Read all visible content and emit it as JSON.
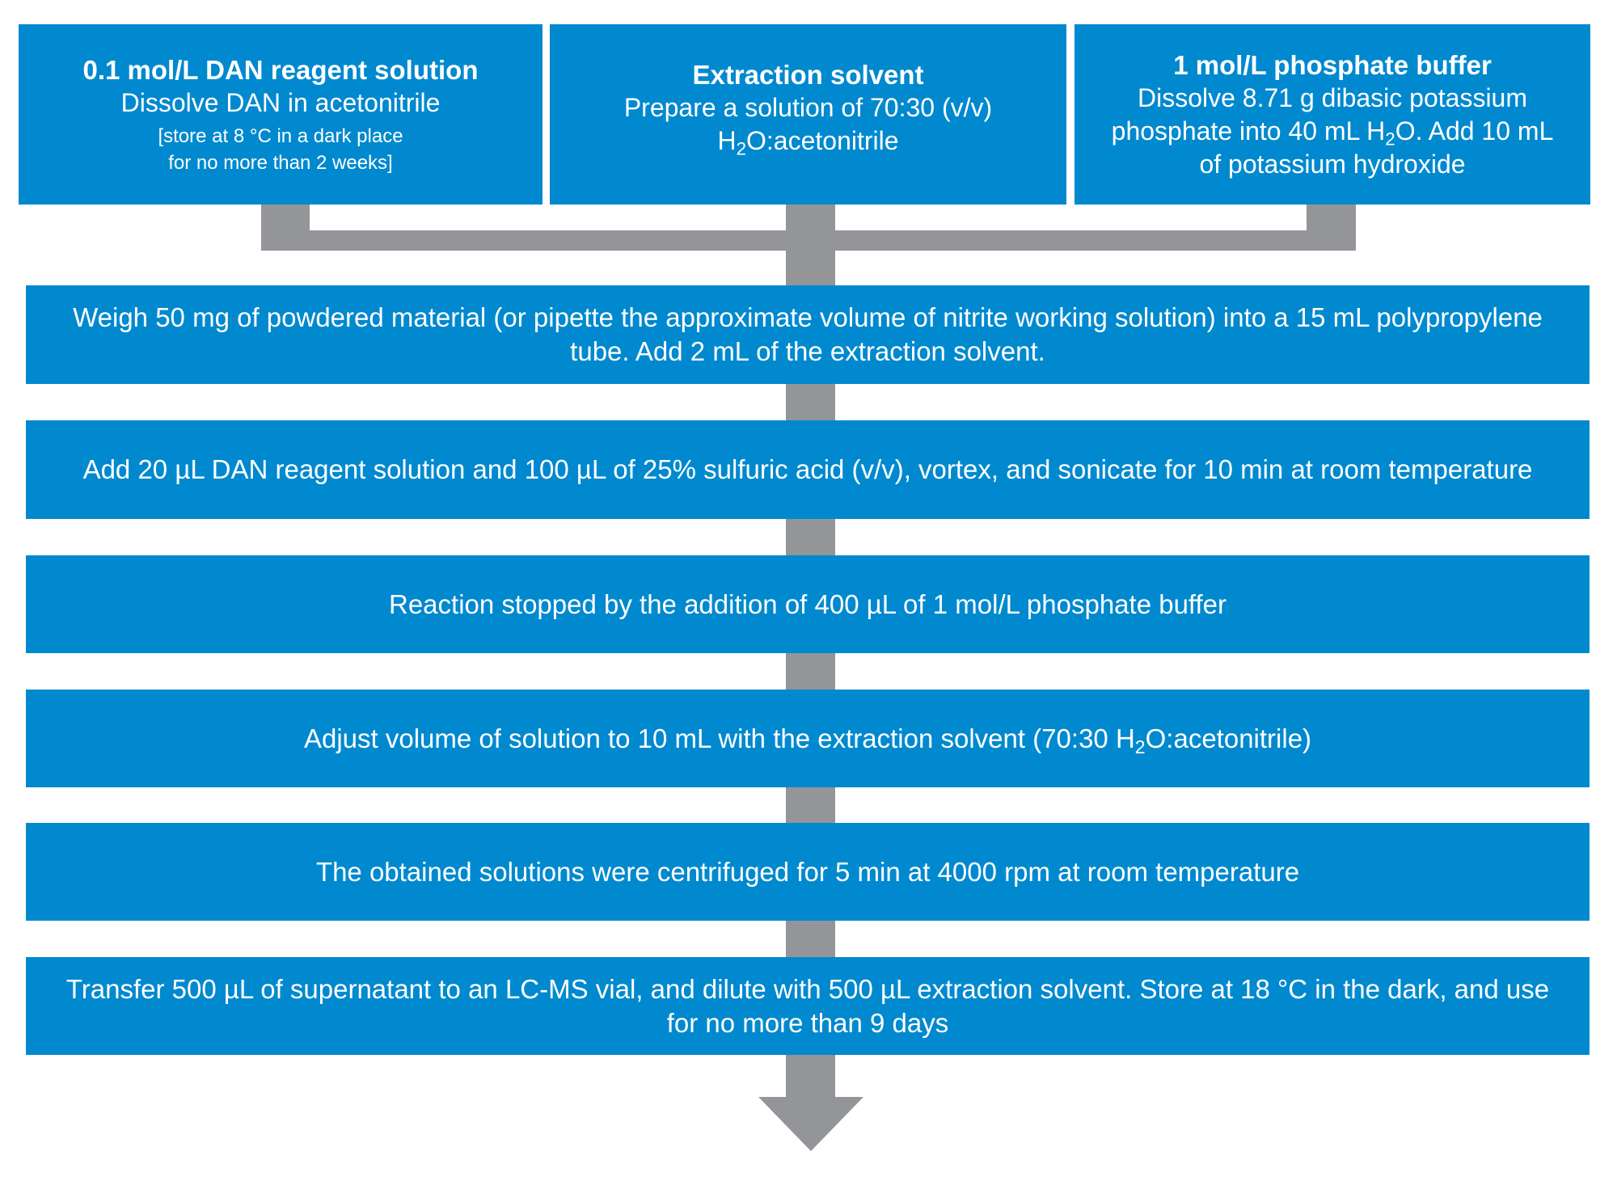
{
  "colors": {
    "box": "#0089cf",
    "connector": "#939598",
    "text": "#ffffff"
  },
  "reagents": [
    {
      "title": "0.1 mol/L DAN reagent solution",
      "lines": [
        "Dissolve DAN in acetonitrile"
      ],
      "note_lines": [
        "[store at 8 °C in a dark place",
        "for no more than 2 weeks]"
      ]
    },
    {
      "title": "Extraction solvent",
      "line1": "Prepare a solution of 70:30 (v/v)",
      "line2_pre": "H",
      "line2_sub": "2",
      "line2_post": "O:acetonitrile"
    },
    {
      "title": "1 mol/L phosphate buffer",
      "line1": "Dissolve 8.71 g dibasic potassium",
      "line2_pre": "phosphate into 40 mL H",
      "line2_sub": "2",
      "line2_post": "O. Add 10 mL",
      "line3": "of potassium hydroxide"
    }
  ],
  "steps": [
    {
      "line1": "Weigh 50 mg of powdered material (or pipette the approximate volume of nitrite working solution) into a 15 mL polypropylene",
      "line2": "tube. Add 2 mL of the extraction solvent."
    },
    {
      "text": "Add 20 µL DAN reagent solution and 100 µL of 25% sulfuric acid (v/v), vortex, and sonicate for 10 min at room temperature"
    },
    {
      "text": "Reaction stopped by the addition of 400 µL of 1 mol/L phosphate buffer"
    },
    {
      "pre": "Adjust volume of solution to 10 mL with the extraction solvent (70:30 H",
      "sub": "2",
      "post": "O:acetonitrile)"
    },
    {
      "text": "The obtained solutions were centrifuged for 5 min at 4000 rpm at room temperature"
    },
    {
      "line1": "Transfer 500 µL of supernatant to an LC-MS vial, and dilute with 500 µL extraction solvent. Store at 18 °C in the dark, and use",
      "line2": "for no more than 9 days"
    }
  ]
}
